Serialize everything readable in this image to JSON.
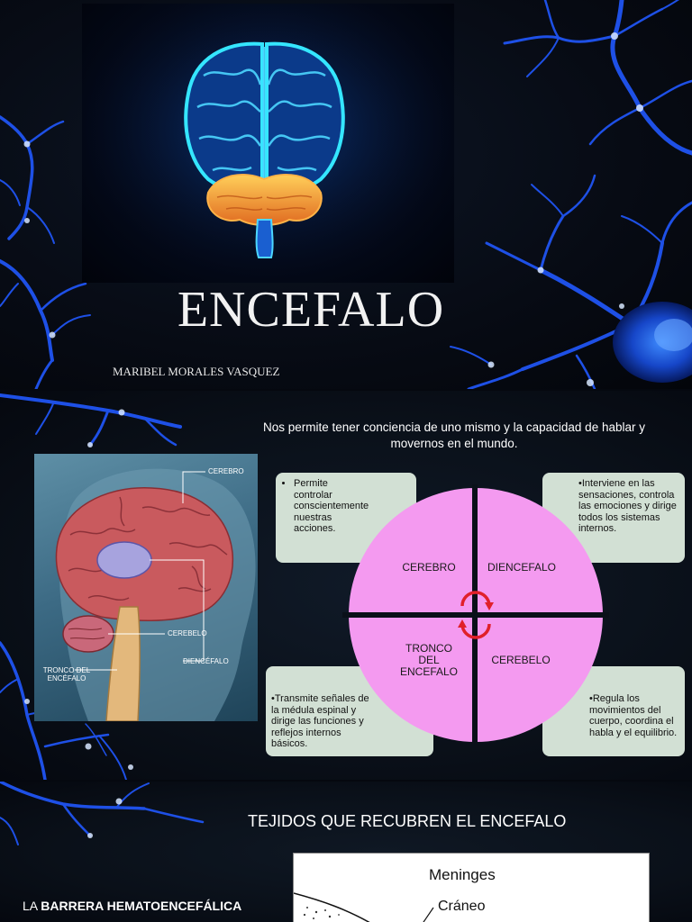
{
  "slide1": {
    "title": "ENCEFALO",
    "author": "MARIBEL MORALES VASQUEZ"
  },
  "slide2": {
    "intro": "Nos permite tener conciencia de uno mismo y la capacidad de hablar y movernos en el mundo.",
    "anatomy_labels": {
      "cerebro": "CEREBRO",
      "diencefalo": "DIENCÉFALO",
      "cerebelo": "CEREBELO",
      "tronco": "TRONCO DEL ENCÉFALO"
    },
    "quadrants": {
      "cerebro": "CEREBRO",
      "diencefalo": "DIENCEFALO",
      "tronco": "TRONCO DEL ENCEFALO",
      "cerebelo": "CEREBELO"
    },
    "callouts": {
      "cerebro": "Permite controlar conscientemente nuestras acciones.",
      "diencefalo": "Interviene en las sensaciones, controla las emociones y dirige todos los sistemas internos.",
      "tronco": "Transmite señales de la médula espinal y dirige las funciones y reflejos internos básicos.",
      "cerebelo": "Regula los movimientos del cuerpo, coordina el habla y el equilibrio."
    }
  },
  "slide3": {
    "title": "TEJIDOS QUE RECUBREN EL ENCEFALO",
    "barrier_prefix": "LA ",
    "barrier_bold": "BARRERA HEMATOENCEFÁLICA",
    "figure": {
      "title": "Meninges",
      "label_skull": "Cráneo"
    }
  },
  "colors": {
    "accent_pink": "#f49af0",
    "callout_bg": "#d2e0d4",
    "neuron_blue": "#1e50e6",
    "arrow_red": "#e0202a"
  }
}
